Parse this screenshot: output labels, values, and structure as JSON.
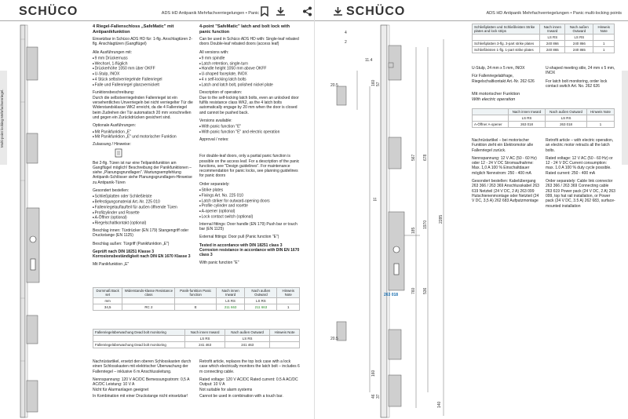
{
  "left_page": {
    "logo": "SCHÜCO",
    "header": "ADS HD Antipanik Mehrfachverriegelungen • Panic",
    "side_tab": "Multi-point locking Mehrfachverriegel.",
    "de": {
      "title": "4 Riegel-Fallenschloss „SafeMatic\" mit Antipanikfunktion",
      "intro": "Einsetzbar in Schüco ADS HD für: 1-flg. Anschlagtüren 2-flg. Anschlagtüren (Gangflügel)",
      "versions_head": "Alle Ausführungen mit:",
      "versions": [
        "9 mm Drückernuss",
        "Wechsel, 1-flüglich",
        "Drückerhöhe 1050 mm über OKFF",
        "U-Stulp, INOX",
        "4 Stück selbstverriegelnde Fallenriegel",
        "Falle und Fallenriegel glanzvernickelt"
      ],
      "function_head": "Funktionsbeschreibung:",
      "function": "Durch die selbstverriegelnden Fallenriegel ist ein versehentliches Unverriegeln bei nicht verriegelter Tür die Widerstandsklasse WK2 erreicht, da die 4 Fallenriegel beim Zudrehen der Tür automatisch 20 mm vorschnellen und gegen ein Zurückdrücken gesichert sind.",
      "options_head": "Optionale Ausführungen:",
      "options": [
        "Mit Panikfunktion „E\"",
        "Mit Panikfunktion „E\" und motorischer Funktion"
      ],
      "approval": "Zulassung / Hinweise:",
      "notes": "Bei 2-flg. Türen ist nur eine Teilpanikfunktion am Gangflügel möglich! Beschreibung der Panikfunktionen – siehe „Planungsgrundlagen\". Wartungsempfehlung Antipanik-Schlösser siehe Planungsgrundlagen-Hinweise zu Antipanik-Türen",
      "order_head": "Gesondert bestellen:",
      "order": [
        "Schließplatten oder Schließleiste",
        "Befestigungsmaterial Art.-Nr. 225 010",
        "Fallenriegelauflaufteil für außen öffnende Türen",
        "Profilzylinder und Rosette",
        "A-Öffner (optional)",
        "Riegelschaltkontakt (optional)"
      ],
      "fittings": "Beschlag innen: Türdrücker (EN 179) Stangengriff oder Druckstange (EN 1125)",
      "outside": "Beschlag außen: Türgriff (Panikfunktion „E\")",
      "tested": "Geprüft nach DIN 18251 Klasse 3 Korrosionsbeständigkeit nach DIN EN 1670 Klasse 3",
      "panic_e": "Mit Panikfunktion „E\""
    },
    "en": {
      "title": "4-point \"SafeMatic\" latch and bolt lock with panic function",
      "intro": "Can be used in Schüco ADS HD with: Single-leaf rebated doors Double-leaf rebated doors (access leaf)",
      "versions_head": "All versions with:",
      "versions": [
        "9 mm spindle",
        "Latch retention, single-turn",
        "Handle height 1050 mm above OKFF",
        "U-shaped faceplate, INOX",
        "4 x self-locking latch bolts",
        "Latch and latch bolt, polished nickel plate"
      ],
      "function_head": "Description of operation:",
      "function": "Due to the self-locking latch bolts, even an unlocked door fulfils resistance class WK2, as the 4 latch bolts automatically engage by 20 mm when the door is closed and cannot be pushed back.",
      "options_head": "Versions available:",
      "options": [
        "With panic function \"E\"",
        "With panic function \"E\" and electric operation"
      ],
      "approval": "Approval / notes:",
      "notes": "For double-leaf doors, only a partial panic function is possible on the access leaf. For a description of the panic functions, see \"Design guidelines\". For maintenance recommendation for panic locks, see planning guidelines for panic doors",
      "order_head": "Order separately:",
      "order": [
        "Strike plates",
        "Fixings Art. No. 225 010",
        "Latch striker for outward-opening doors",
        "Profile cylinder and rosette",
        "A-opener (optional)",
        "Lock contact switch (optional)"
      ],
      "fittings": "Internal fittings: Door handle (EN 179) Push bar or touch bar (EN 1125)",
      "outside": "External fittings: Door pull (Panic function \"E\")",
      "tested": "Tested in accordance with DIN 18251 class 3 Corrosion resistance in accordance with DIN EN 1670 class 3",
      "panic_e": "With panic function \"E\""
    },
    "table1": {
      "headers": [
        "Dornmaß Back set",
        "Widerstands-klasse Resistance class",
        "Panik-funktion Panic function",
        "Nach innen Inward",
        "Nach außen Outward",
        "Hinweis Note"
      ],
      "sub": [
        "mm",
        "",
        "",
        "LS   RS",
        "LS   RS",
        ""
      ],
      "row": [
        "34,5",
        "RC 2",
        "E",
        "211 663",
        "211 663",
        "1"
      ]
    },
    "table2": {
      "title": "Fallenriegelüberwachung Dead bolt monitoring",
      "headers": [
        "Nach innen Inward",
        "Nach außen Outward",
        "Hinweis Note"
      ],
      "sub": [
        "LS   RS",
        "LS   RS",
        ""
      ],
      "row_label": "Fallenriegelüberwachung Dead bolt monitoring",
      "row": [
        "241 463",
        "241 463",
        ""
      ]
    },
    "foot_de": {
      "retrofit": "Nachrüstartikel, ersetzt den oberen Schlosskasten durch einen Schlosskasten mit elektrischer Überwachung der Fallenriegel – inklusive 6 m Anschlussleitung.",
      "tech": "Nennspannung: 120 V AC/DC Bemessungsstrom: 0,5 A AC/DC Leistung: 10 V A",
      "note1": "Nicht für Alarmanlagen geeignet",
      "note2": "In Kombination mit einer Druckstange nicht einsetzbar!"
    },
    "foot_en": {
      "retrofit": "Retrofit article, replaces the top lock case with a lock case which electrically monitors the latch bolt – includes 6 m connecting cable.",
      "tech": "Rated voltage: 120 V AC/DC Rated current: 0.5 A AC/DC Output: 10 V A",
      "note1": "Not suitable for alarm systems",
      "note2": "Cannot be used in combination with a touch bar."
    }
  },
  "right_page": {
    "logo": "SCHÜCO",
    "header": "ADS HD Antipanik Mehrfachverriegelungen • Panic multi-locking points",
    "side_tab": "Multi-point locking Mehrfachverriegel.",
    "dims": [
      "4",
      "2",
      "20.5",
      "11.4",
      "57",
      "160",
      "567",
      "678",
      "2285",
      "1970",
      "11",
      "185",
      "760",
      "536",
      "20.5",
      "160",
      "37",
      "46",
      "140"
    ],
    "part_no": "263 018",
    "strike_table": {
      "title": "Schließplatten und Schließleisten Strike plates and lock strips",
      "headers": [
        "Nach innen Inward",
        "Nach außen Outward",
        "Hinweis Note"
      ],
      "sub": [
        "LS   RS",
        "LS   RS",
        ""
      ],
      "rows": [
        {
          "label": "Schließplatten 3-flg. 3-part strike plates",
          "in": "240 866",
          "out": "240 866",
          "note": "1"
        },
        {
          "label": "Schließleisten 1-flg. 1-part strike plates",
          "in": "240 865",
          "out": "240 865",
          "note": "1"
        }
      ],
      "note_de": "U-Stulp, 24 mm x 5 mm, INOX",
      "note_en": "U-shaped meeting stile, 24 mm x 5 mm, INOX",
      "bolt_de": "Für Fallenriegelabfrage, Riegelschaltkontakt Art.-Nr. 262 626",
      "bolt_en": "For latch bolt monitoring, order lock contact switch Art. No. 262 626"
    },
    "motor": {
      "title_de": "Mit motorischer Funktion",
      "title_en": "With electric operation",
      "headers": [
        "Nach innen Inward",
        "Nach außen Outward",
        "Hinweis Note"
      ],
      "sub": [
        "LS   RS",
        "LS   RS",
        ""
      ],
      "row_label": "A-Öffner A-opener",
      "row": [
        "263 018",
        "263 018",
        "1"
      ],
      "desc_de": "Nachrüstartikel – bei motorischer Funktion zieht ein Elektromotor alle Fallenriegel zurück.",
      "desc_en": "Retrofit article – with electric operation, an electric motor retracts all the latch bolts.",
      "tech_de": "Nennspannung: 12 V AC (50 - 60 Hz) oder 12 - 24 V DC Stromaufnahme: Max. 1,0 A 100 % Einschaltdauer möglich Nennstrom: 250 - 400 mA",
      "tech_en": "Rated voltage: 12 V AC (50 - 60 Hz) or 12 - 24 V DC Current consumption: max. 1.0 A 100 % duty cycle possible. Rated current: 250 - 400 mA",
      "order_de": "Gesondert bestellen: Kabelübergang 263 366 / 263 369 Anschlusskabel 263 619 Netzteil (24 V DC, 2 A) 263 099 Hutschienenmontage oder Netzteil (24 V DC, 3,5 A) 262 683 Aufputzmontage",
      "order_en": "Order separately: Cable link connector 263 366 / 263 369 Connecting cable 263 619 Power pack (24 V DC, 2 A) 263 099, top hat rail installation, or Power pack (24 V DC, 3.5 A) 262 683, surface-mounted installation"
    }
  }
}
